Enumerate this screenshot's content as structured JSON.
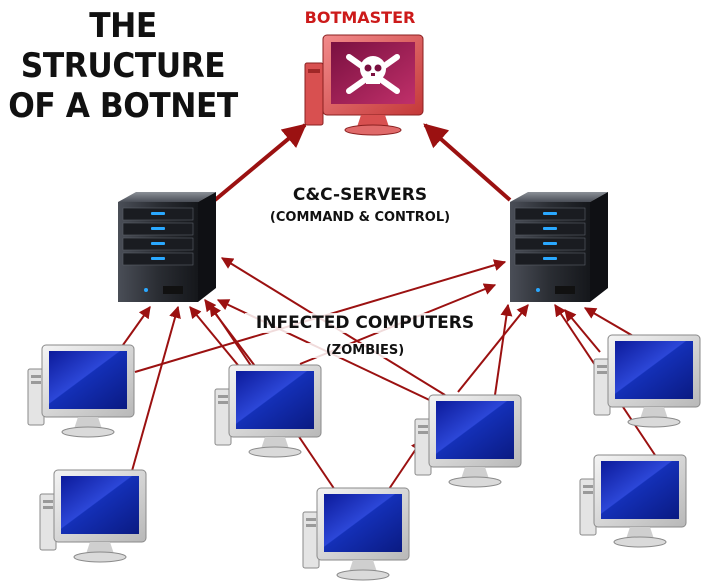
{
  "title": {
    "line1": "THE STRUCTURE",
    "line2": "OF A BOTNET"
  },
  "labels": {
    "botmaster": "BOTMASTER",
    "cc_servers": "C&C-SERVERS",
    "cc_servers_sub": "(COMMAND & CONTROL)",
    "infected": "INFECTED COMPUTERS",
    "infected_sub": "(ZOMBIES)"
  },
  "colors": {
    "arrow": "#9b1111",
    "botmaster_label": "#cc1a1a",
    "monitor_screen": "#1f39c9",
    "botmaster_screen": "#b0204f",
    "server_body": "#2a2d33"
  },
  "nodes": {
    "botmaster": {
      "icon": "skull-monitor-icon"
    },
    "servers": [
      {
        "id": "server-left",
        "icon": "server-icon"
      },
      {
        "id": "server-right",
        "icon": "server-icon"
      }
    ],
    "zombies": [
      {
        "id": "zombie-1",
        "icon": "computer-icon"
      },
      {
        "id": "zombie-2",
        "icon": "computer-icon"
      },
      {
        "id": "zombie-3",
        "icon": "computer-icon"
      },
      {
        "id": "zombie-4",
        "icon": "computer-icon"
      },
      {
        "id": "zombie-5",
        "icon": "computer-icon"
      },
      {
        "id": "zombie-6",
        "icon": "computer-icon"
      },
      {
        "id": "zombie-7",
        "icon": "computer-icon"
      },
      {
        "id": "zombie-8",
        "icon": "computer-icon"
      }
    ]
  }
}
